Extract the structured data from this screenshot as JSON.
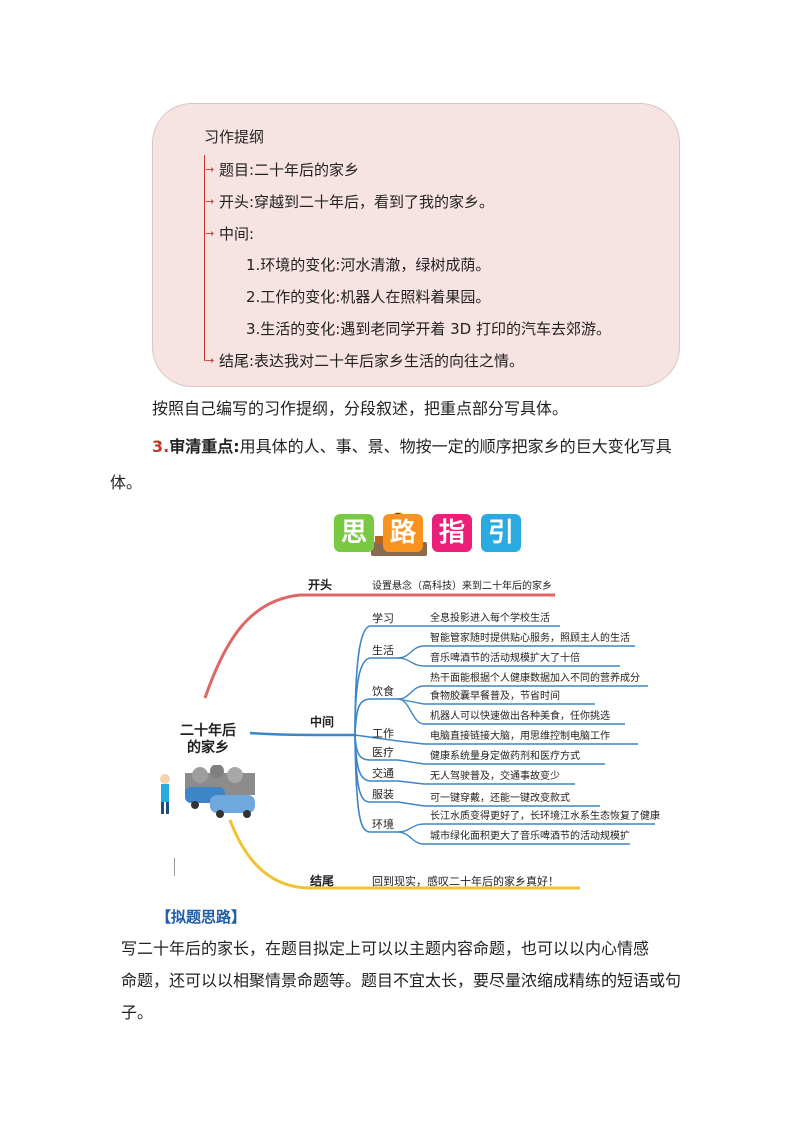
{
  "outline": {
    "title": "习作提纲",
    "items": [
      "题目:二十年后的家乡",
      "开头:穿越到二十年后，看到了我的家乡。",
      "中间:",
      "1.环境的变化:河水清澈，绿树成荫。",
      "2.工作的变化:机器人在照料着果园。",
      "3.生活的变化:遇到老同学开着 3D 打印的汽车去郊游。",
      "结尾:表达我对二十年后家乡生活的向往之情。"
    ]
  },
  "para1": "按照自己编写的习作提纲，分段叙述，把重点部分写具体。",
  "para2": {
    "num": "3.",
    "label": "审清重点:",
    "text_line1": "用具体的人、事、景、物按一定的顺序把家乡的巨大变化写具",
    "text_line2": "体。"
  },
  "guide": {
    "chars": [
      "思",
      "路",
      "指",
      "引"
    ],
    "colors": [
      "#7ac943",
      "#f7931e",
      "#ed1e79",
      "#29abe2"
    ]
  },
  "mindmap": {
    "center": [
      "二十年后",
      "的家乡"
    ],
    "start": {
      "label": "开头",
      "text": "设置悬念（高科技）来到二十年后的家乡"
    },
    "middle": {
      "label": "中间",
      "categories": [
        {
          "name": "学习",
          "items": [
            "全息投影进入每个学校生活"
          ]
        },
        {
          "name": "生活",
          "items": [
            "智能管家随时提供贴心服务，照顾主人的生活",
            "音乐啤酒节的活动规模扩大了十倍"
          ]
        },
        {
          "name": "饮食",
          "items": [
            "热干面能根据个人健康数据加入不同的营养成分",
            "食物胶囊早餐普及，节省时间",
            "机器人可以快速做出各种美食，任你挑选"
          ]
        },
        {
          "name": "工作",
          "items": [
            "电脑直接链接大脑，用思维控制电脑工作"
          ]
        },
        {
          "name": "医疗",
          "items": [
            "健康系统量身定做药剂和医疗方式"
          ]
        },
        {
          "name": "交通",
          "items": [
            "无人驾驶普及，交通事故变少"
          ]
        },
        {
          "name": "服装",
          "items": [
            "可一键穿戴，还能一键改变款式"
          ]
        },
        {
          "name": "环境",
          "items": [
            "长江水质变得更好了，长环境江水系生态恢复了健康",
            "城市绿化面积更大了音乐啤酒节的活动规模扩"
          ]
        }
      ]
    },
    "end": {
      "label": "结尾",
      "text": "回到现实，感叹二十年后的家乡真好！"
    }
  },
  "section_title": "【拟题思路】",
  "para3": [
    "写二十年后的家长，在题目拟定上可以以主题内容命题，也可以以内心情感",
    "命题，还可以以相聚情景命题等。题目不宜太长，要尽量浓缩成精练的短语或句",
    "子。"
  ]
}
